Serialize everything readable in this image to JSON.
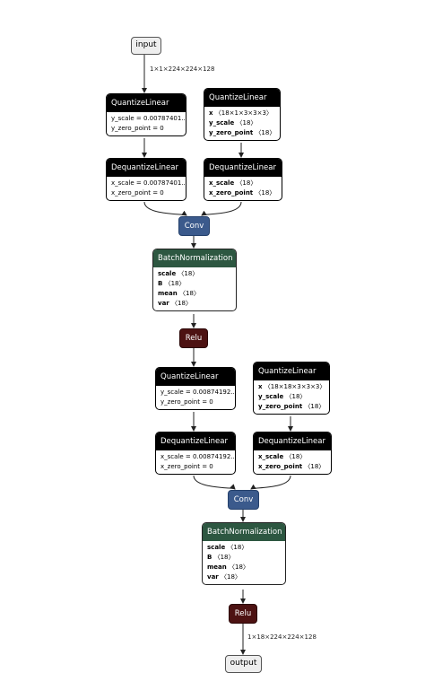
{
  "input": {
    "label": "input",
    "shape": "1×1×224×224×128"
  },
  "output": {
    "label": "output",
    "shape": "1×18×224×224×128"
  },
  "blocks": [
    {
      "quantize_input": {
        "title": "QuantizeLinear",
        "rows": [
          "y_scale = 0.00787401...",
          "y_zero_point = 0"
        ]
      },
      "quantize_weight": {
        "title": "QuantizeLinear",
        "rows": [
          {
            "key": "x",
            "value": "〈18×1×3×3×3〉"
          },
          {
            "key": "y_scale",
            "value": "〈18〉"
          },
          {
            "key": "y_zero_point",
            "value": "〈18〉"
          }
        ]
      },
      "dequantize_input": {
        "title": "DequantizeLinear",
        "rows": [
          "x_scale = 0.00787401...",
          "x_zero_point = 0"
        ]
      },
      "dequantize_weight": {
        "title": "DequantizeLinear",
        "rows": [
          {
            "key": "x_scale",
            "value": "〈18〉"
          },
          {
            "key": "x_zero_point",
            "value": "〈18〉"
          }
        ]
      },
      "conv": "Conv",
      "batchnorm": {
        "title": "BatchNormalization",
        "rows": [
          {
            "key": "scale",
            "value": "〈18〉"
          },
          {
            "key": "B",
            "value": "〈18〉"
          },
          {
            "key": "mean",
            "value": "〈18〉"
          },
          {
            "key": "var",
            "value": "〈18〉"
          }
        ]
      },
      "relu": "Relu"
    },
    {
      "quantize_input": {
        "title": "QuantizeLinear",
        "rows": [
          "y_scale = 0.00874192...",
          "y_zero_point = 0"
        ]
      },
      "quantize_weight": {
        "title": "QuantizeLinear",
        "rows": [
          {
            "key": "x",
            "value": "〈18×18×3×3×3〉"
          },
          {
            "key": "y_scale",
            "value": "〈18〉"
          },
          {
            "key": "y_zero_point",
            "value": "〈18〉"
          }
        ]
      },
      "dequantize_input": {
        "title": "DequantizeLinear",
        "rows": [
          "x_scale = 0.00874192...",
          "x_zero_point = 0"
        ]
      },
      "dequantize_weight": {
        "title": "DequantizeLinear",
        "rows": [
          {
            "key": "x_scale",
            "value": "〈18〉"
          },
          {
            "key": "x_zero_point",
            "value": "〈18〉"
          }
        ]
      },
      "conv": "Conv",
      "batchnorm": {
        "title": "BatchNormalization",
        "rows": [
          {
            "key": "scale",
            "value": "〈18〉"
          },
          {
            "key": "B",
            "value": "〈18〉"
          },
          {
            "key": "mean",
            "value": "〈18〉"
          },
          {
            "key": "var",
            "value": "〈18〉"
          }
        ]
      },
      "relu": "Relu"
    }
  ],
  "colors": {
    "header": "#000000",
    "conv": "#3b5a8c",
    "batchnorm": "#2d5741",
    "relu": "#4d1212",
    "io_fill": "#eeeeee"
  }
}
